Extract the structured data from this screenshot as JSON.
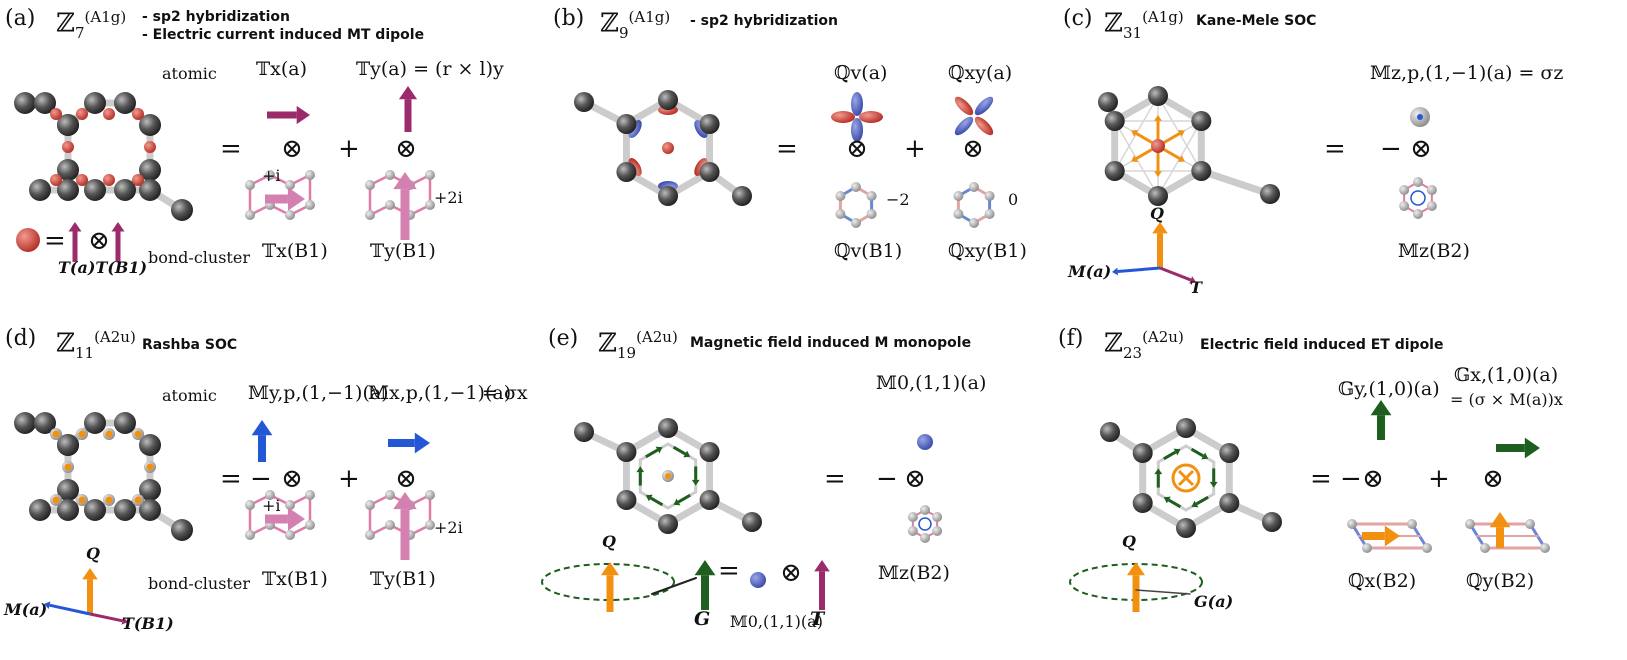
{
  "panels": [
    {
      "id": "a",
      "label": "(a)",
      "zsym": "ℤ",
      "zsub": "7",
      "zsup": "(A1g)",
      "desc_lines": [
        "- sp2 hybridization",
        "- Electric current induced MT dipole"
      ],
      "row_atomic": "atomic",
      "row_bond": "bond-cluster",
      "term1_top": "𝕋x(a)",
      "term2_top": "𝕋y(a) = (r × l)y",
      "term1_bottom": "𝕋x(B1)",
      "term2_bottom": "𝕋y(B1)",
      "eq": "=",
      "plus": "+",
      "otimes": "⊗",
      "phase1": "+i",
      "phase2": "+2i",
      "legend": "T(a)T(B1)"
    },
    {
      "id": "b",
      "label": "(b)",
      "zsym": "ℤ",
      "zsub": "9",
      "zsup": "(A1g)",
      "desc_lines": [
        "- sp2 hybridization"
      ],
      "term1_top": "ℚv(a)",
      "term2_top": "ℚxy(a)",
      "term1_bottom": "ℚv(B1)",
      "term2_bottom": "ℚxy(B1)",
      "eq": "=",
      "plus": "+",
      "otimes": "⊗",
      "val1": "−2",
      "val2": "0"
    },
    {
      "id": "c",
      "label": "(c)",
      "zsym": "ℤ",
      "zsub": "31",
      "zsup": "(A1g)",
      "desc_lines": [
        "Kane-Mele SOC"
      ],
      "term1_top": "𝕄z,p,(1,−1)(a) = σz",
      "term1_bottom": "𝕄z(B2)",
      "eq": "=",
      "minus": "−",
      "otimes": "⊗",
      "axes": [
        "Q",
        "M(a)",
        "T"
      ]
    },
    {
      "id": "d",
      "label": "(d)",
      "zsym": "ℤ",
      "zsub": "11",
      "zsup": "(A2u)",
      "desc_lines": [
        "Rashba SOC"
      ],
      "row_atomic": "atomic",
      "row_bond": "bond-cluster",
      "term1_top": "𝕄y,p,(1,−1)(a)",
      "term2_top": "𝕄x,p,(1,−1)(a)",
      "term_tail": "= σx",
      "term1_bottom": "𝕋x(B1)",
      "term2_bottom": "𝕋y(B1)",
      "eq": "= −",
      "plus": "+",
      "otimes": "⊗",
      "phase1": "+i",
      "phase2": "+2i",
      "axes": [
        "Q",
        "M(a)",
        "T(B1)"
      ]
    },
    {
      "id": "e",
      "label": "(e)",
      "zsym": "ℤ",
      "zsub": "19",
      "zsup": "(A2u)",
      "desc_lines": [
        "Magnetic field induced M monopole"
      ],
      "term1_top": "𝕄0,(1,1)(a)",
      "term1_bottom": "𝕄z(B2)",
      "eq": "=",
      "minus": "−",
      "otimes": "⊗",
      "bottom_eq": "=",
      "bottom_G": "G",
      "bottom_M": "𝕄0,(1,1)(a)",
      "bottom_T": "T",
      "axes": [
        "Q"
      ]
    },
    {
      "id": "f",
      "label": "(f)",
      "zsym": "ℤ",
      "zsub": "23",
      "zsup": "(A2u)",
      "desc_lines": [
        "Electric field induced ET dipole"
      ],
      "term1_top": "𝔾y,(1,0)(a)",
      "term2_top": "𝔾x,(1,0)(a)",
      "term2_extra": "= (σ × M(a))x",
      "term1_bottom": "ℚx(B2)",
      "term2_bottom": "ℚy(B2)",
      "eq": "= −",
      "plus": "+",
      "otimes": "⊗",
      "axes": [
        "Q",
        "G(a)"
      ]
    }
  ],
  "colors": {
    "atom": "#555555",
    "bond": "#cccccc",
    "red_orbital": "#c0392b",
    "blue_orbital": "#2c3e91",
    "magenta_arrow": "#9c2b6b",
    "pink_bond": "#e07aa8",
    "blue_arrow": "#2457d6",
    "orange": "#f29111",
    "green_arrow": "#1e5e1e"
  }
}
